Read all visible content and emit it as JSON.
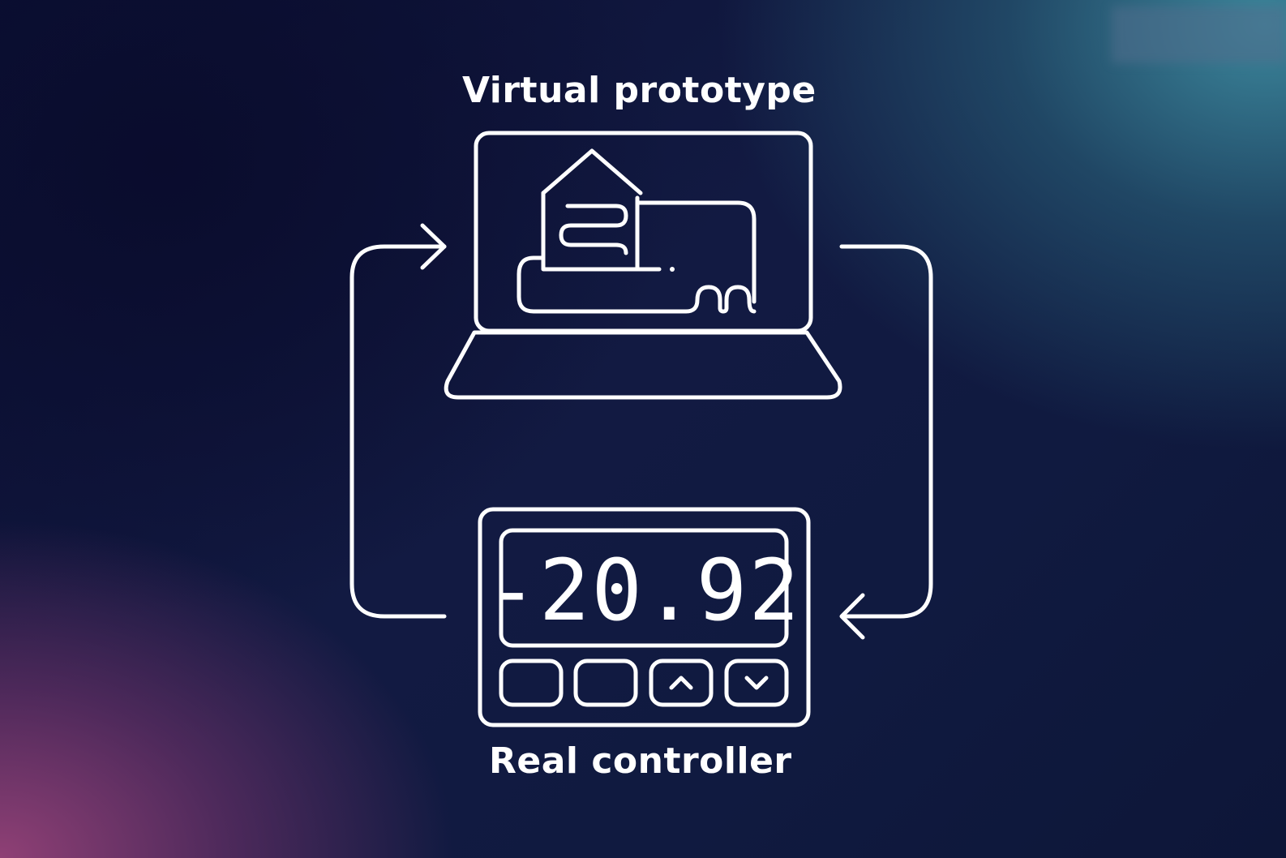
{
  "top_label": "Virtual prototype",
  "bottom_label": "Real controller",
  "controller": {
    "display_value": "-20.92"
  },
  "colors": {
    "stroke": "#ffffff",
    "bg_dark": "#0b0f33",
    "bg_teal": "#3e8ca0",
    "bg_magenta": "#964278"
  }
}
